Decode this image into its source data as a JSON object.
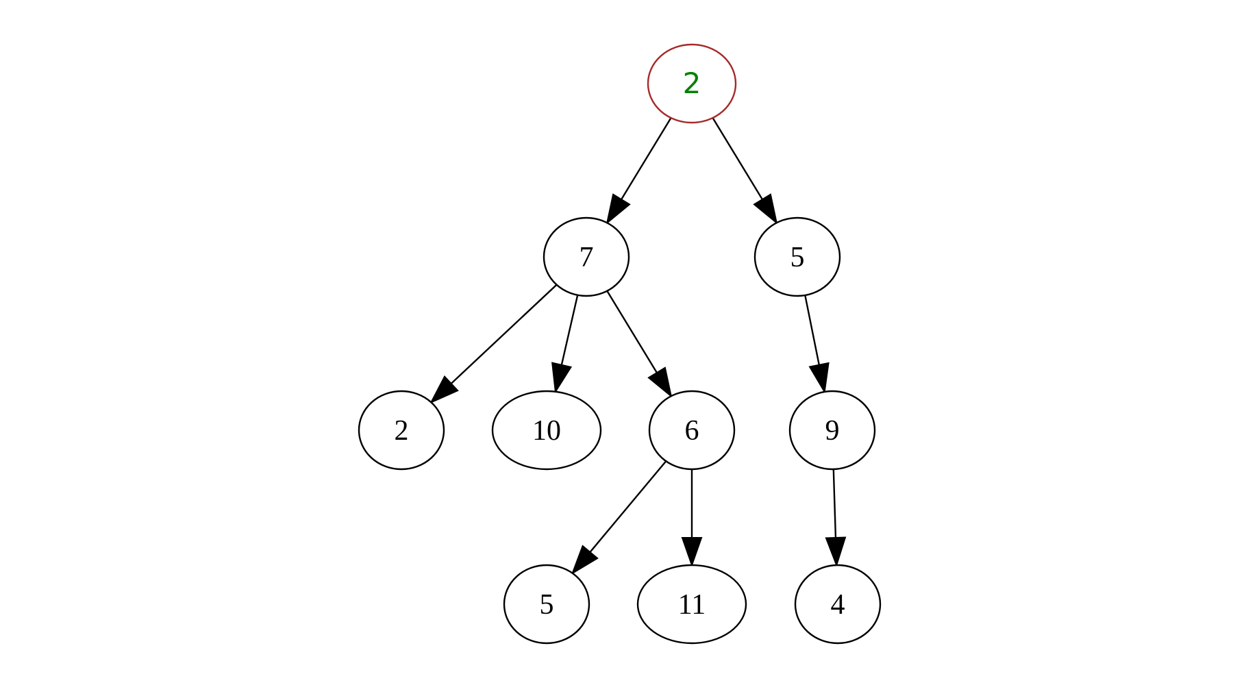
{
  "tree": {
    "nodes": [
      {
        "id": "n1",
        "label": "2",
        "root": true
      },
      {
        "id": "n2",
        "label": "7"
      },
      {
        "id": "n3",
        "label": "5"
      },
      {
        "id": "n4",
        "label": "2"
      },
      {
        "id": "n5",
        "label": "10"
      },
      {
        "id": "n6",
        "label": "6"
      },
      {
        "id": "n7",
        "label": "9"
      },
      {
        "id": "n8",
        "label": "5"
      },
      {
        "id": "n9",
        "label": "11"
      },
      {
        "id": "n10",
        "label": "4"
      }
    ],
    "edges": [
      {
        "from": "n1",
        "to": "n2"
      },
      {
        "from": "n1",
        "to": "n3"
      },
      {
        "from": "n2",
        "to": "n4"
      },
      {
        "from": "n2",
        "to": "n5"
      },
      {
        "from": "n2",
        "to": "n6"
      },
      {
        "from": "n3",
        "to": "n7"
      },
      {
        "from": "n6",
        "to": "n8"
      },
      {
        "from": "n6",
        "to": "n9"
      },
      {
        "from": "n7",
        "to": "n10"
      }
    ],
    "colors": {
      "root_outline": "#a52a2a",
      "root_label": "#008000",
      "node_outline": "#000000",
      "edge": "#000000"
    }
  }
}
